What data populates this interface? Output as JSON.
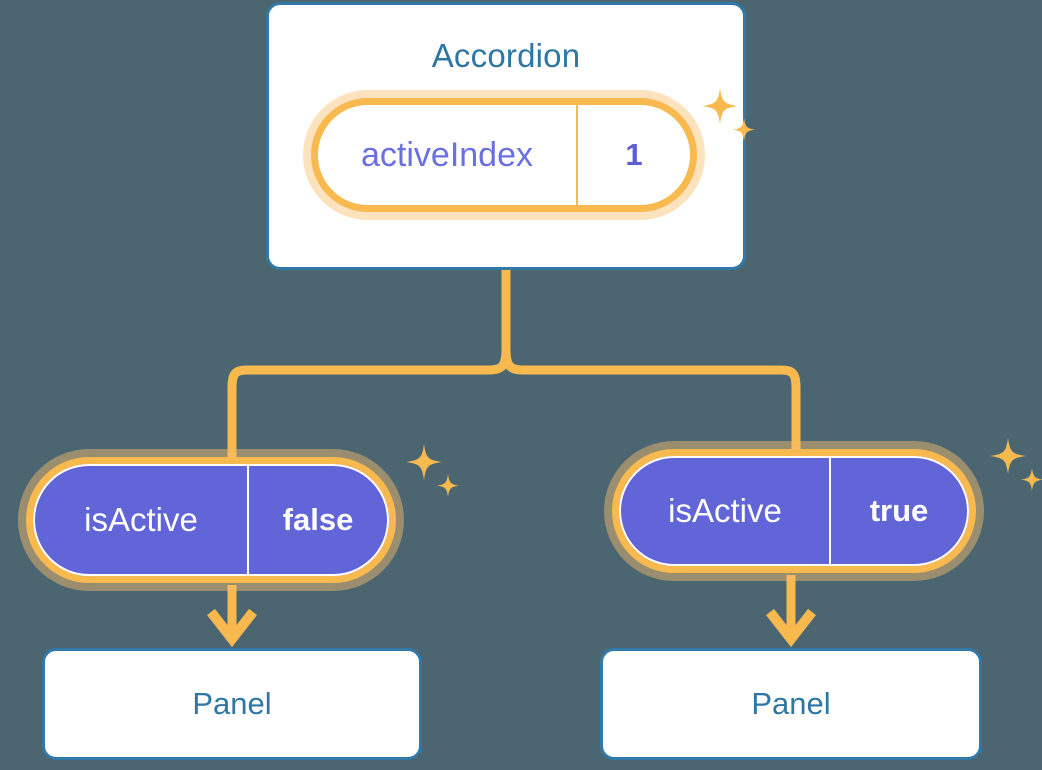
{
  "diagram": {
    "type": "component-state-tree",
    "background_color": "#4b6670",
    "accent_orange": "#f8b94f",
    "accent_orange_glow": "#fabe6e",
    "accent_blue": "#2e77a5",
    "accent_purple": "#6165d8",
    "accent_purple_text": "#6a70e2"
  },
  "root": {
    "title": "Accordion",
    "state": {
      "key": "activeIndex",
      "value": "1"
    },
    "sparkle_icon": "sparkles-icon"
  },
  "children": [
    {
      "state": {
        "key": "isActive",
        "value": "false"
      },
      "panel_label": "Panel",
      "sparkle_icon": "sparkles-icon",
      "arrow_icon": "arrow-down-icon"
    },
    {
      "state": {
        "key": "isActive",
        "value": "true"
      },
      "panel_label": "Panel",
      "sparkle_icon": "sparkles-icon",
      "arrow_icon": "arrow-down-icon"
    }
  ]
}
